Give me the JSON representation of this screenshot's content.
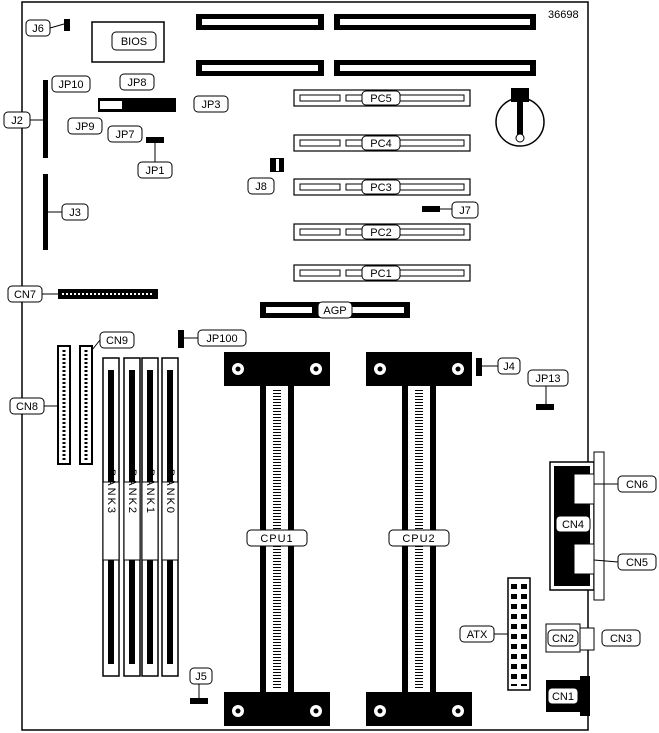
{
  "doc_id": "36698",
  "chips": {
    "bios": "BIOS"
  },
  "jumpers": {
    "j6": "J6",
    "jp10": "JP10",
    "jp8": "JP8",
    "jp3": "JP3",
    "j2": "J2",
    "jp9": "JP9",
    "jp7": "JP7",
    "jp1": "JP1",
    "j8": "J8",
    "j3": "J3",
    "j7": "J7",
    "jp100": "JP100",
    "j4": "J4",
    "jp13": "JP13",
    "j5": "J5"
  },
  "slots": {
    "pc5": "PC5",
    "pc4": "PC4",
    "pc3": "PC3",
    "pc2": "PC2",
    "pc1": "PC1",
    "agp": "AGP"
  },
  "connectors": {
    "cn7": "CN7",
    "cn9": "CN9",
    "cn8": "CN8",
    "cn6": "CN6",
    "cn4": "CN4",
    "cn5": "CN5",
    "cn2": "CN2",
    "cn3": "CN3",
    "cn1": "CN1",
    "atx": "ATX"
  },
  "cpus": {
    "cpu1": "CPU1",
    "cpu2": "CPU2"
  },
  "banks": {
    "bank3": "BANK3",
    "bank2": "BANK2",
    "bank1": "BANK1",
    "bank0": "BANK0"
  }
}
